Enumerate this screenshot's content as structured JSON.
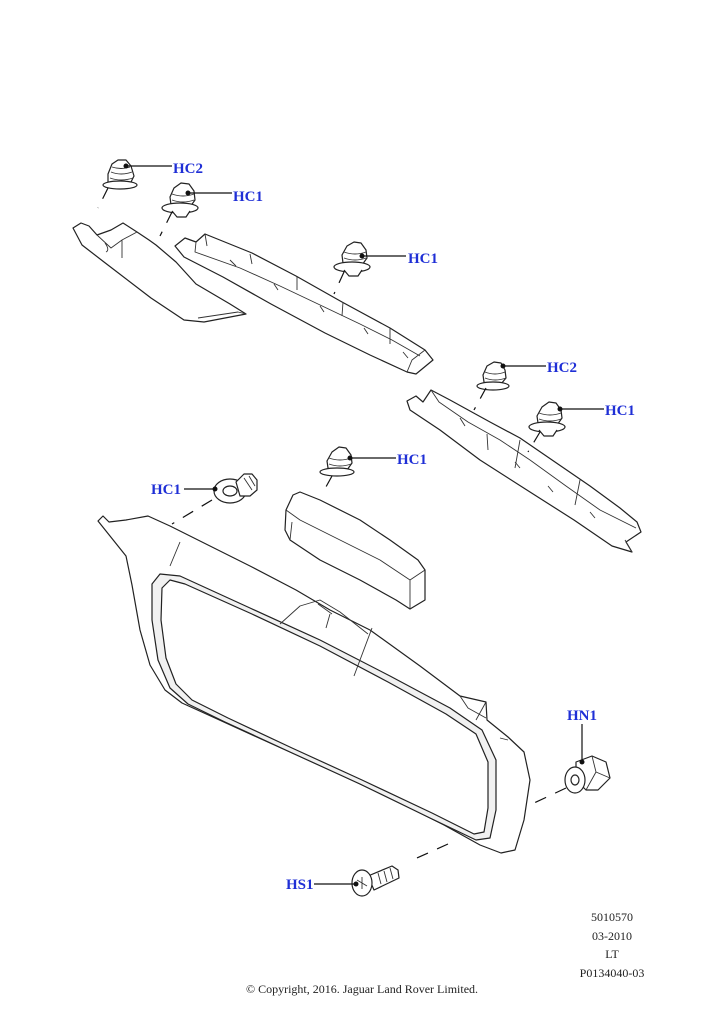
{
  "callouts": {
    "hc2_top": "HC2",
    "hc1_top_left": "HC1",
    "hc1_top_right": "HC1",
    "hc2_right": "HC2",
    "hc1_right": "HC1",
    "hc1_middle": "HC1",
    "hc1_left": "HC1",
    "hn1": "HN1",
    "hs1": "HS1"
  },
  "reference": {
    "code": "5010570",
    "date": "03-2010",
    "side": "LT",
    "illustration_id": "P0134040-03"
  },
  "copyright": "© Copyright, 2016. Jaguar Land Rover Limited.",
  "colors": {
    "callout": "#1f2fd6",
    "line": "#222222"
  }
}
